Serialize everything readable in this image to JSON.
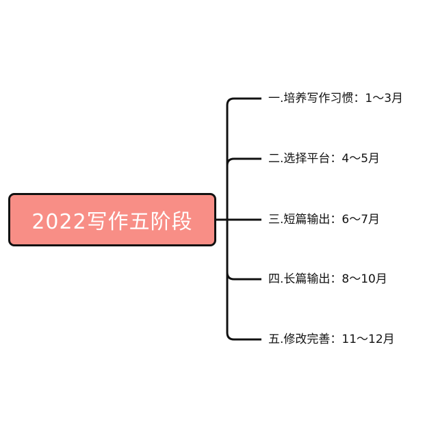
{
  "mindmap": {
    "root": {
      "label": "2022写作五阶段",
      "fill_color": "#f88e86",
      "border_color": "#111111"
    },
    "line_color": "#111111",
    "branches": [
      {
        "label": "一.培养写作习惯：1～3月"
      },
      {
        "label": "二.选择平台：4～5月"
      },
      {
        "label": "三.短篇输出：6～7月"
      },
      {
        "label": "四.长篇输出：8～10月"
      },
      {
        "label": "五.修改完善：11～12月"
      }
    ]
  }
}
